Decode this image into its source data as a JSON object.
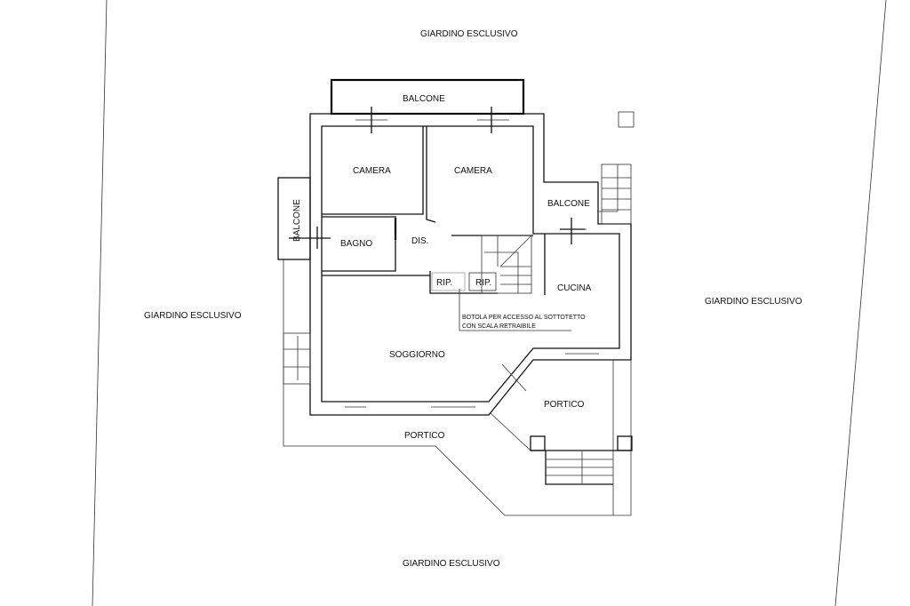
{
  "labels": {
    "garden_top": "GIARDINO ESCLUSIVO",
    "garden_left": "GIARDINO ESCLUSIVO",
    "garden_right": "GIARDINO ESCLUSIVO",
    "garden_bottom": "GIARDINO ESCLUSIVO",
    "balcone_top": "BALCONE",
    "balcone_left": "BALCONE",
    "balcone_right": "BALCONE",
    "camera_1": "CAMERA",
    "camera_2": "CAMERA",
    "bagno": "BAGNO",
    "dis": "DIS.",
    "rip_1": "RIP.",
    "rip_2": "RIP.",
    "cucina": "CUCINA",
    "soggiorno": "SOGGIORNO",
    "portico_1": "PORTICO",
    "portico_2": "PORTICO",
    "note_line1": "BOTOLA PER ACCESSO AL SOTTOTETTO",
    "note_line2": "CON SCALA RETRAIBILE"
  }
}
